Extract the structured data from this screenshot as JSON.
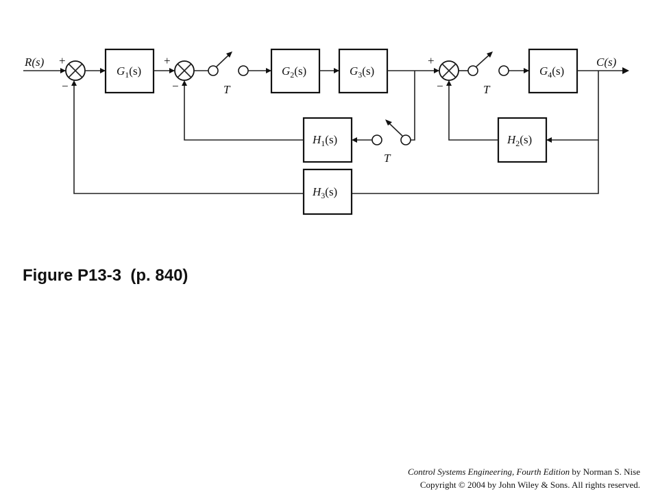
{
  "diagram": {
    "input_label": "R(s)",
    "output_label": "C(s)",
    "signs": {
      "sum1_plus": "+",
      "sum1_minus": "−",
      "sum2_plus": "+",
      "sum2_minus": "−",
      "sum3_plus": "+",
      "sum3_minus": "−"
    },
    "sampler_label": "T",
    "blocks": {
      "g1": {
        "name": "G",
        "sub": "1",
        "arg": "(s)"
      },
      "g2": {
        "name": "G",
        "sub": "2",
        "arg": "(s)"
      },
      "g3": {
        "name": "G",
        "sub": "3",
        "arg": "(s)"
      },
      "g4": {
        "name": "G",
        "sub": "4",
        "arg": "(s)"
      },
      "h1": {
        "name": "H",
        "sub": "1",
        "arg": "(s)"
      },
      "h2": {
        "name": "H",
        "sub": "2",
        "arg": "(s)"
      },
      "h3": {
        "name": "H",
        "sub": "3",
        "arg": "(s)"
      }
    }
  },
  "caption": {
    "figure": "Figure P13-3",
    "page": "(p. 840)"
  },
  "credit": {
    "book_title": "Control Systems Engineering, Fourth Edition",
    "author": " by Norman S. Nise",
    "copyright": "Copyright © 2004 by John Wiley  & Sons. All rights reserved."
  }
}
